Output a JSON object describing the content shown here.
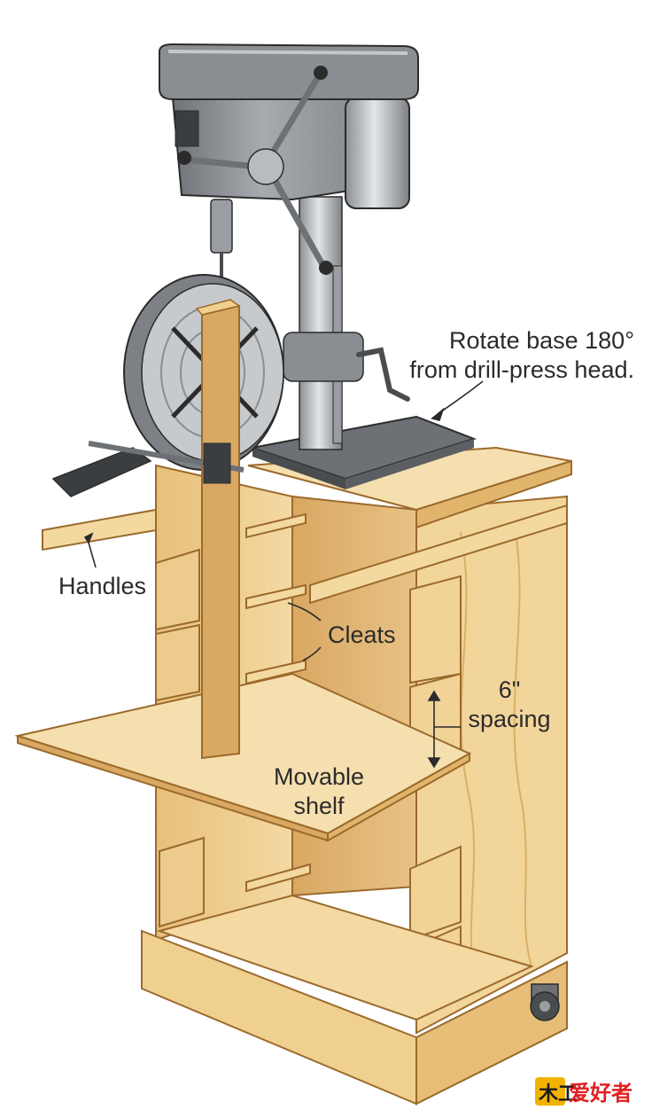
{
  "labels": {
    "rotate_line1": "Rotate base 180°",
    "rotate_line2": "from drill-press head.",
    "handles": "Handles",
    "cleats": "Cleats",
    "spacing_value": "6\"",
    "spacing_word": "spacing",
    "movable_line1": "Movable",
    "movable_line2": "shelf"
  },
  "watermark": "木工爱好者",
  "colors": {
    "wood_light": "#f3d9a0",
    "wood_mid": "#e9c178",
    "wood_dark": "#c98f45",
    "wood_edge": "#9b6a2c",
    "metal_light": "#cfd2d4",
    "metal_mid": "#9a9ea2",
    "metal_dark": "#4a4d50",
    "line": "#2b2b2b",
    "watermark_red": "#e02020",
    "watermark_gold": "#f2b300"
  }
}
